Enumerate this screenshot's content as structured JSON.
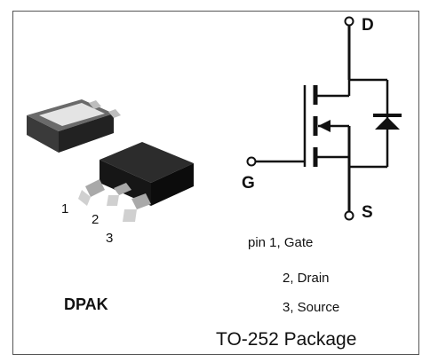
{
  "package": {
    "name": "DPAK",
    "pin_numbers": [
      "1",
      "2",
      "3"
    ]
  },
  "symbol": {
    "terminals": {
      "drain": "D",
      "gate": "G",
      "source": "S"
    }
  },
  "pin_list": {
    "line1": "pin  1, Gate",
    "line2": "2, Drain",
    "line3": "3, Source"
  },
  "title": "TO-252 Package"
}
